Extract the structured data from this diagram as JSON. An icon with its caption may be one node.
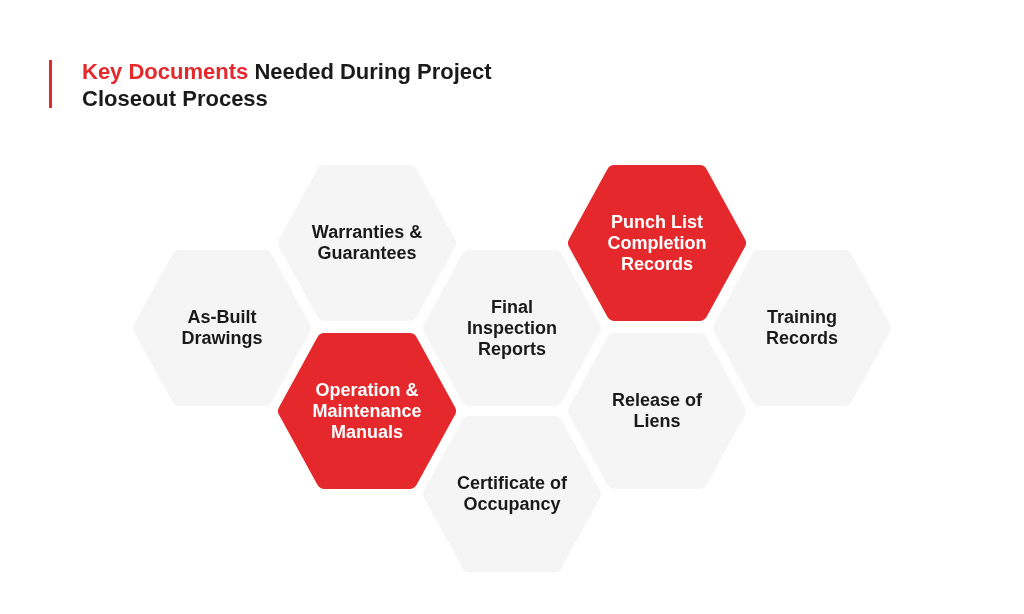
{
  "diagram": {
    "title": "**Key Documents** Needed During Project Closeout Process",
    "nodes": [
      {
        "text": [
          "As-Built Drawings"
        ]
      },
      {
        "text": [
          "Warranties & Guarantees"
        ]
      },
      {
        "text": [
          "Operation & Maintenance Manuals"
        ]
      },
      {
        "text": [
          "Final Inspection Reports"
        ]
      },
      {
        "text": [
          "Certificate of Occupancy"
        ]
      },
      {
        "text": [
          "Punch List Completion Records"
        ]
      },
      {
        "text": [
          "Release of Liens"
        ]
      },
      {
        "text": [
          "Training Records"
        ]
      }
    ]
  }
}
